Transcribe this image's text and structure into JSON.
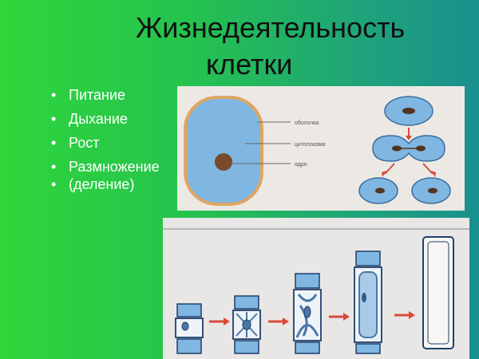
{
  "slide": {
    "title_line1": "Жизнедеятельность",
    "title_line2": "клетки",
    "bullets": [
      "Питание",
      "Дыхание",
      "Рост",
      "Размножение",
      "(деление)"
    ]
  },
  "figure_cell": {
    "labels": {
      "membrane": "оболочка",
      "cytoplasm": "цитоплазма",
      "nucleus": "ядро"
    }
  },
  "colors": {
    "cell_fill": "#7fb6e2",
    "cell_border": "#e0a560",
    "nucleus": "#7a4a2a",
    "arrow": "#d84a3a"
  }
}
